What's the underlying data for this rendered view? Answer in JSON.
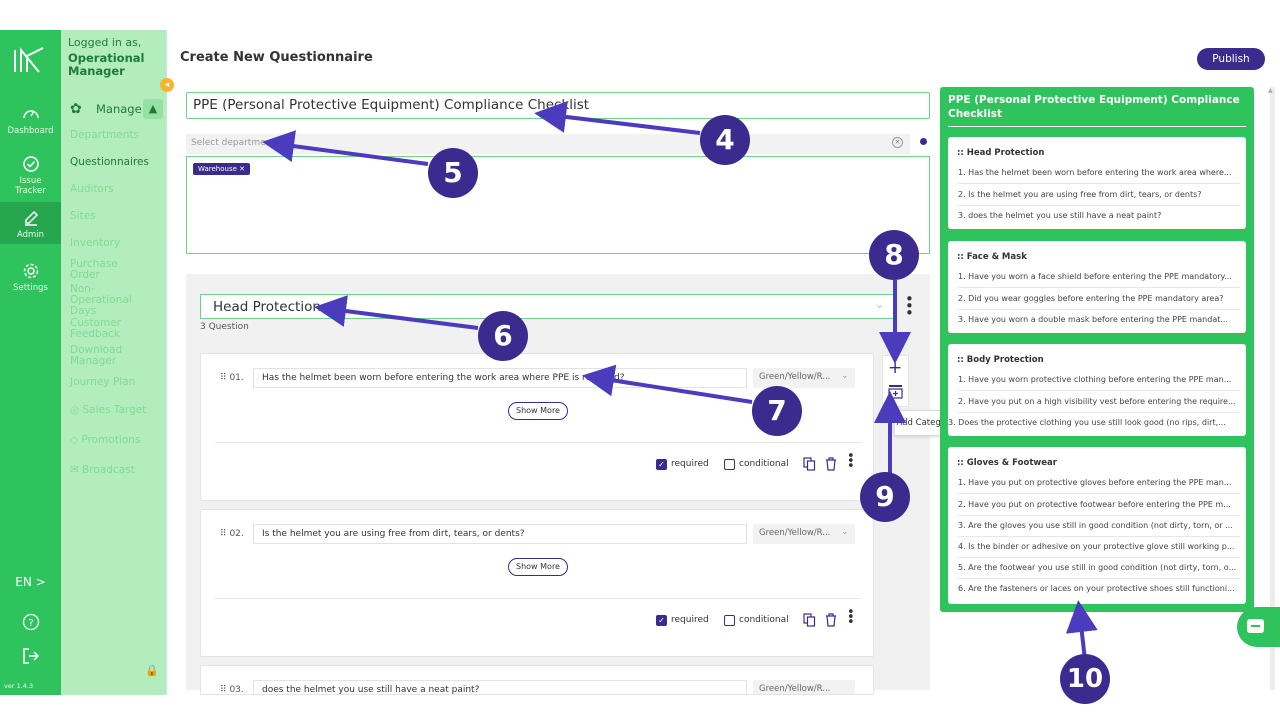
{
  "sidebar": {
    "items": [
      {
        "label": "Dashboard",
        "icon": "gauge-icon"
      },
      {
        "label": "Issue Tracker",
        "icon": "check-circle-icon"
      },
      {
        "label": "Admin",
        "icon": "pencil-icon"
      },
      {
        "label": "Settings",
        "icon": "gear-icon"
      }
    ],
    "language": "EN >",
    "version": "ver 1.4.3"
  },
  "nav": {
    "logged_in_as": "Logged in as,",
    "role": "Operational Manager",
    "manage_label": "Manage",
    "items": [
      "Departments",
      "Questionnaires",
      "Auditors",
      "Sites",
      "Inventory",
      "Purchase Order",
      "Non-Operational Days",
      "Customer Feedback",
      "Download Manager",
      "Journey Plan",
      "Sales Target",
      "Promotions",
      "Broadcast"
    ]
  },
  "header": {
    "title": "Create New Questionnaire",
    "publish_label": "Publish"
  },
  "form": {
    "title_value": "PPE (Personal Protective Equipment) Compliance Checklist",
    "department_placeholder": "Select department",
    "department_chip": "Warehouse"
  },
  "section": {
    "title": "Head Protection",
    "count": "3 Question",
    "questions": [
      {
        "num": "01.",
        "text": "Has the helmet been worn before entering the work area where PPE is required?",
        "type": "Green/Yellow/R..."
      },
      {
        "num": "02.",
        "text": "Is the helmet you are using free from dirt, tears, or dents?",
        "type": "Green/Yellow/R..."
      },
      {
        "num": "03.",
        "text": "does the helmet you use still have a neat paint?",
        "type": "Green/Yellow/R..."
      }
    ],
    "show_more": "Show More",
    "required": "required",
    "conditional": "conditional"
  },
  "tools": {
    "tooltip": "Add Category"
  },
  "preview": {
    "title": "PPE (Personal Protective Equipment) Compliance Checklist",
    "categories": [
      {
        "title": ":: Head Protection",
        "items": [
          "1.  Has the helmet been worn before entering the work area where...",
          "2.  Is the helmet you are using free from dirt, tears, or dents?",
          "3.  does the helmet you use still have a neat paint?"
        ]
      },
      {
        "title": ":: Face & Mask",
        "items": [
          "1.  Have you worn a face shield before entering the PPE mandatory...",
          "2.  Did you wear goggles before entering the PPE mandatory area?",
          "3.  Have you worn a double mask before entering the PPE mandat..."
        ]
      },
      {
        "title": ":: Body Protection",
        "items": [
          "1.  Have you worn protective clothing before entering the PPE man...",
          "2.  Have you put on a high visibility vest before entering the require...",
          "3.  Does the protective clothing you use still look good (no rips, dirt,..."
        ]
      },
      {
        "title": ":: Gloves & Footwear",
        "items": [
          "1.  Have you put on protective gloves before entering the PPE man...",
          "2.  Have you put on protective footwear before entering the PPE m...",
          "3.  Are the gloves you use still in good condition (not dirty, torn, or ...",
          "4.  Is the binder or adhesive on your protective glove still working p...",
          "5.  Are the footwear you use still in good condition (not dirty, torn, o...",
          "6.  Are the fasteners or laces on your protective shoes still functioni..."
        ]
      }
    ]
  },
  "callouts": [
    "4",
    "5",
    "6",
    "7",
    "8",
    "9",
    "10"
  ],
  "colors": {
    "brand_green": "#2fc35e",
    "accent_purple": "#3b2b8f"
  }
}
